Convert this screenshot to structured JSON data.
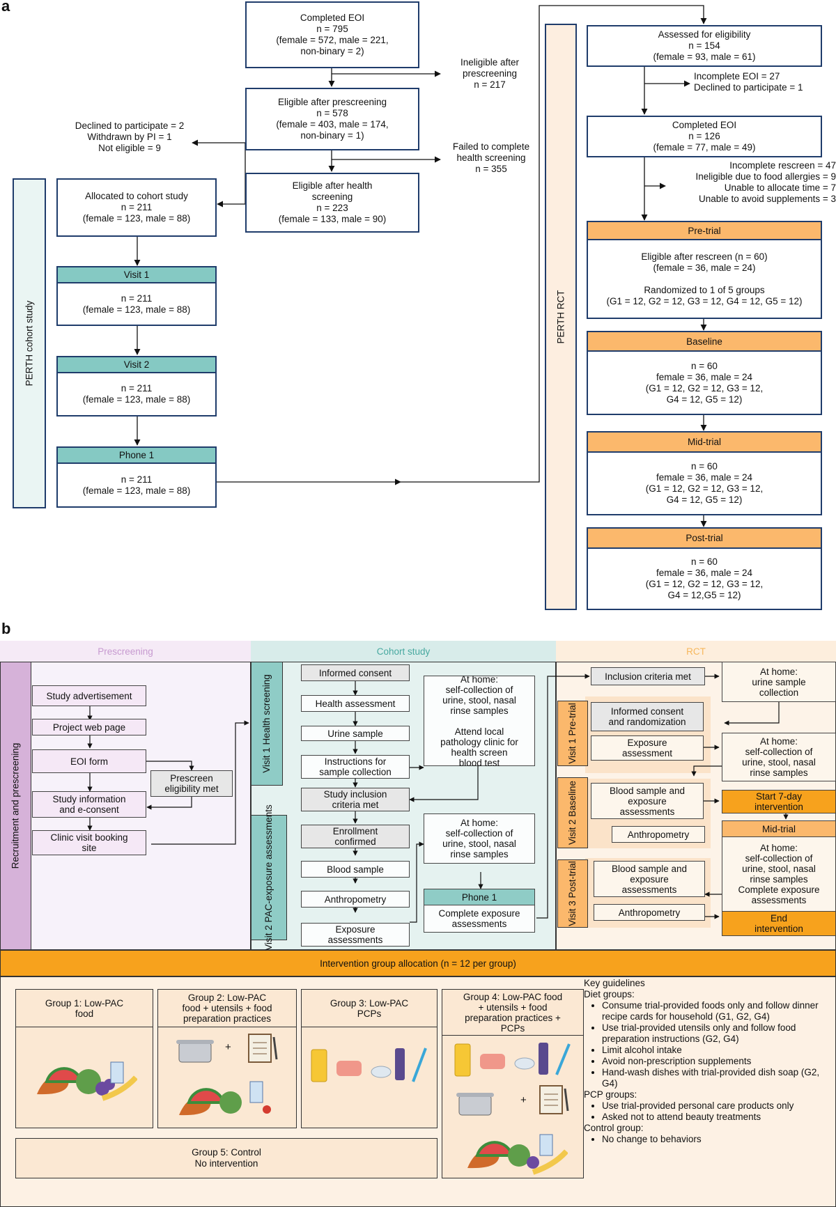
{
  "panel_a": {
    "letter": "a",
    "completed_eoi": "Completed EOI\nn = 795\n(female = 572, male = 221,\nnon-binary = 2)",
    "ineligible_prescreen": "Ineligible after\nprescreening\nn = 217",
    "eligible_prescreen": "Eligible after prescreening\nn = 578\n(female = 403, male = 174,\nnon-binary = 1)",
    "failed_health": "Failed to complete\nhealth screening\nn = 355",
    "declined_left": "Declined to participate = 2\nWithdrawn by PI = 1\nNot eligible = 9",
    "eligible_health": "Eligible after health\nscreening\nn = 223\n(female = 133, male = 90)",
    "allocated": "Allocated to cohort study\nn = 211\n(female = 123, male = 88)",
    "cohort_label": "PERTH cohort study",
    "visit1_header": "Visit 1",
    "visit1_body": "n = 211\n(female = 123, male = 88)",
    "visit2_header": "Visit 2",
    "visit2_body": "n = 211\n(female = 123, male = 88)",
    "phone1_header": "Phone 1",
    "phone1_body": "n = 211\n(female = 123, male = 88)",
    "rct_label": "PERTH RCT",
    "assessed": "Assessed for eligibility\nn = 154\n(female = 93, male = 61)",
    "incomplete_eoi": "Incomplete EOI = 27\nDeclined to participate = 1",
    "completed_eoi2": "Completed EOI\nn = 126\n(female = 77, male = 49)",
    "rescreen_excl": "Incomplete rescreen = 47\nIneligible due to food allergies = 9\nUnable to allocate time = 7\nUnable to avoid supplements = 3",
    "pretrial_header": "Pre-trial",
    "pretrial_body": "Eligible after rescreen (n = 60)\n(female = 36, male = 24)\n\nRandomized to 1 of 5 groups\n(G1 = 12, G2 = 12, G3 = 12, G4 = 12, G5 = 12)",
    "baseline_header": "Baseline",
    "baseline_body": "n = 60\nfemale = 36, male = 24\n(G1 = 12, G2 = 12, G3 = 12,\nG4 = 12, G5 = 12)",
    "midtrial_header": "Mid-trial",
    "midtrial_body": "n = 60\nfemale = 36, male = 24\n(G1 = 12, G2 = 12, G3 = 12,\nG4 = 12, G5 = 12)",
    "posttrial_header": "Post-trial",
    "posttrial_body": "n = 60\nfemale = 36, male = 24\n(G1 = 12, G2 = 12, G3 = 12,\nG4 = 12,G5 = 12)"
  },
  "panel_b": {
    "letter": "b",
    "col_prescreening": "Prescreening",
    "col_cohort": "Cohort study",
    "col_rct": "RCT",
    "recruit_label": "Recruitment and prescreening",
    "study_ad": "Study advertisement",
    "web_page": "Project web page",
    "eoi_form": "EOI form",
    "prescreen_met": "Prescreen\neligibility met",
    "study_info": "Study information\nand e-consent",
    "clinic_booking": "Clinic visit booking\nsite",
    "visit1_health": "Visit 1\nHealth screening",
    "visit2_pac": "Visit 2\nPAC-exposure\nassessments",
    "informed_consent": "Informed consent",
    "health_assessment": "Health assessment",
    "urine_sample": "Urine sample",
    "instructions": "Instructions for\nsample collection",
    "home_self_collection": "At home:\nself-collection of\nurine, stool, nasal\nrinse samples\n\nAttend local\npathology clinic for\nhealth screen\nblood test",
    "inclusion_met": "Study inclusion\ncriteria met",
    "enrollment": "Enrollment\nconfirmed",
    "blood_sample": "Blood sample",
    "anthropometry": "Anthropometry",
    "exposure_assess": "Exposure\nassessments",
    "home_self_collection2": "At home:\nself-collection of\nurine, stool, nasal\nrinse samples",
    "phone1": "Phone 1",
    "complete_exposure": "Complete exposure\nassessments",
    "rct_inclusion": "Inclusion criteria met",
    "rct_home_urine": "At home:\nurine sample\ncollection",
    "rct_visit1": "Visit 1\nPre-trial",
    "rct_consent_random": "Informed consent\nand randomization",
    "rct_exposure": "Exposure\nassessment",
    "rct_home_self": "At home:\nself-collection of\nurine, stool, nasal\nrinse samples",
    "rct_visit2": "Visit 2\nBaseline",
    "rct_blood_exposure": "Blood sample and\nexposure\nassessments",
    "rct_anthro1": "Anthropometry",
    "rct_start": "Start 7-day\nintervention",
    "rct_midtrial": "Mid-trial",
    "rct_mid_home": "At home:\nself-collection of\nurine, stool, nasal\nrinse samples\nComplete exposure\nassessments",
    "rct_visit3": "Visit 3\nPost-trial",
    "rct_blood_exposure2": "Blood sample and\nexposure\nassessments",
    "rct_anthro2": "Anthropometry",
    "rct_end": "End\nintervention",
    "allocation_bar": "Intervention group allocation (n = 12 per group)",
    "group1": "Group 1: Low-PAC\nfood",
    "group2": "Group 2: Low-PAC\nfood + utensils + food\npreparation practices",
    "group3": "Group 3: Low-PAC\nPCPs",
    "group4": "Group 4: Low-PAC food\n+ utensils + food\npreparation practices +\nPCPs",
    "group5": "Group 5: Control\nNo intervention",
    "plus_sign": "+",
    "guidelines_title": "Key guidelines",
    "diet_groups": "Diet groups:",
    "diet_items": [
      "Consume trial-provided foods only and follow dinner recipe cards for household (G1, G2, G4)",
      "Use trial-provided utensils only and follow food preparation instructions (G2, G4)",
      "Limit alcohol intake",
      "Avoid non-prescription supplements",
      "Hand-wash dishes with trial-provided dish soap (G2, G4)"
    ],
    "pcp_groups": "PCP groups:",
    "pcp_items": [
      "Use trial-provided personal care products only",
      "Asked not to attend beauty treatments"
    ],
    "control_group": "Control group:",
    "control_items": [
      "No change to behaviors"
    ]
  },
  "colors": {
    "navy": "#1f3c6b",
    "teal": "#85c9c3",
    "orange_light": "#fbb86c",
    "orange": "#f7a21d",
    "pink": "#f5e8f6",
    "lavender": "#d6b2d9",
    "cream": "#fbe8d3"
  }
}
